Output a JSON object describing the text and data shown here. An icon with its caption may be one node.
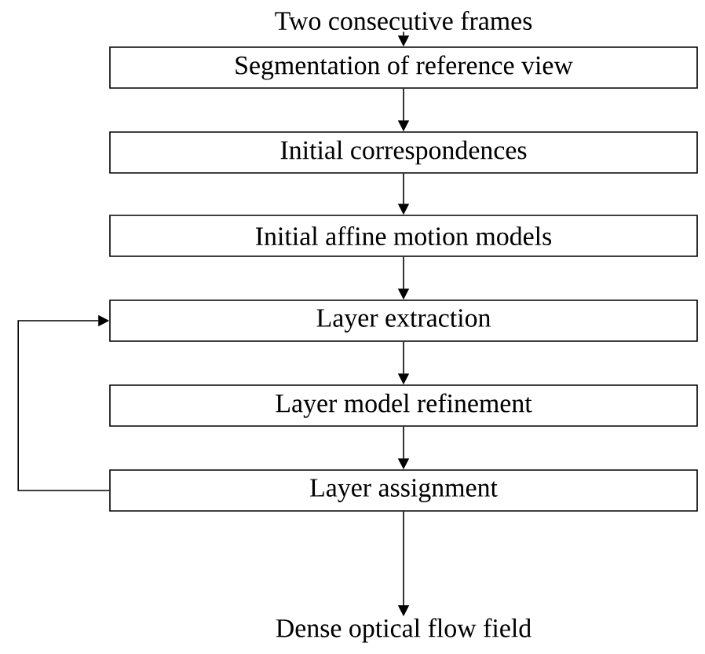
{
  "diagram": {
    "nodes": [
      {
        "text": [
          "Two consecutive frames"
        ]
      },
      {
        "text": [
          "Segmentation of reference view"
        ]
      },
      {
        "text": [
          "Initial correspondences"
        ]
      },
      {
        "text": [
          "Initial affine motion models"
        ]
      },
      {
        "text": [
          "Layer extraction"
        ]
      },
      {
        "text": [
          "Layer model refinement"
        ]
      },
      {
        "text": [
          "Layer assignment"
        ]
      },
      {
        "text": [
          "Dense optical flow field"
        ]
      }
    ],
    "edges": [
      {
        "from": 0,
        "to": 1,
        "arrow": "to"
      },
      {
        "from": 1,
        "to": 2,
        "arrow": "to"
      },
      {
        "from": 2,
        "to": 3,
        "arrow": "to"
      },
      {
        "from": 3,
        "to": 4,
        "arrow": "to"
      },
      {
        "from": 4,
        "to": 5,
        "arrow": "to"
      },
      {
        "from": 5,
        "to": 6,
        "arrow": "to"
      },
      {
        "from": 6,
        "to": 7,
        "arrow": "to"
      },
      {
        "from": 6,
        "to": 4,
        "arrow": "to"
      }
    ]
  }
}
